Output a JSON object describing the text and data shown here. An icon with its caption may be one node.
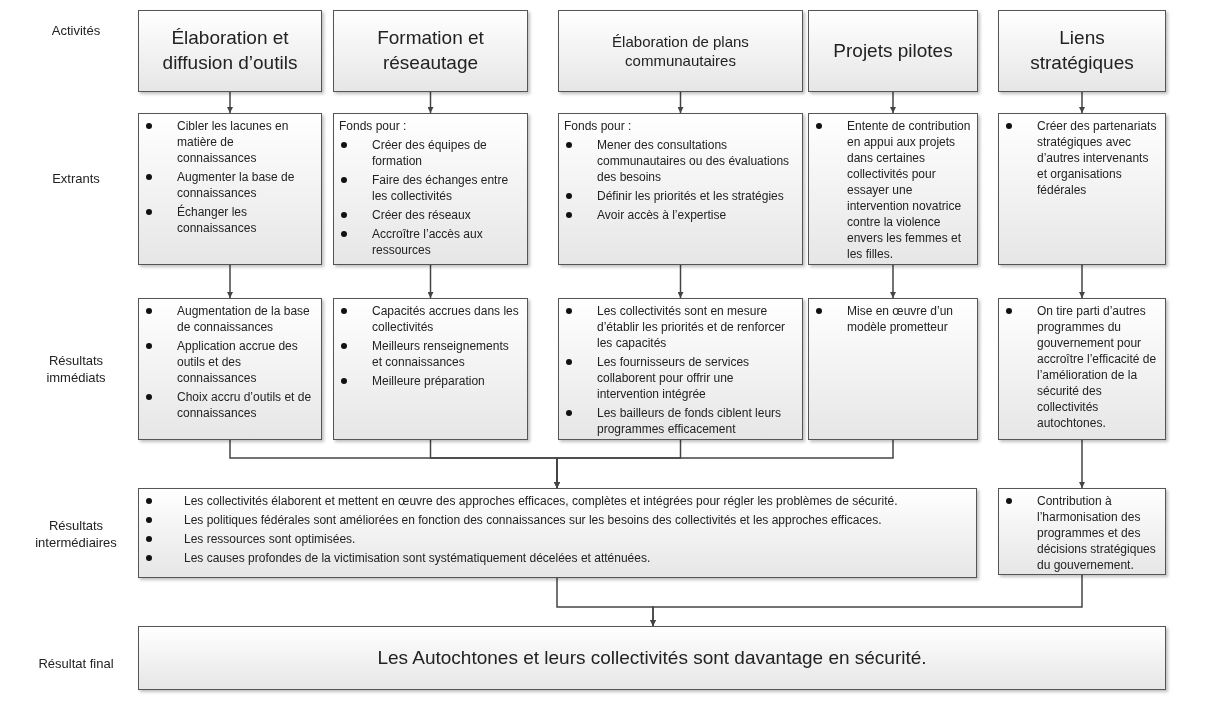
{
  "diagram": {
    "nodes": [
      {
        "text": [
          "Élaboration et diffusion d’outils"
        ]
      },
      {
        "text": [
          "Formation et réseautage"
        ]
      },
      {
        "text": [
          "Élaboration de plans communautaires"
        ]
      },
      {
        "text": [
          "Projets pilotes"
        ]
      },
      {
        "text": [
          "Liens stratégiques"
        ]
      },
      {
        "text": [
          "Cibler les lacunes en matière de connaissances",
          "Augmenter la base de connaissances",
          "Échanger les connaissances"
        ]
      },
      {
        "text": [
          "Fonds pour :",
          "Créer des équipes de formation",
          "Faire des échanges entre les collectivités",
          "Créer des réseaux",
          "Accroître l’accès aux ressources"
        ]
      },
      {
        "text": [
          "Fonds pour :",
          "Mener des consultations communautaires ou des évaluations des besoins",
          "Définir les priorités et les stratégies",
          "Avoir accès à l’expertise"
        ]
      },
      {
        "text": [
          "Entente de contribution en appui aux projets dans certaines collectivités pour essayer une intervention novatrice contre la violence envers les femmes et les filles."
        ]
      },
      {
        "text": [
          "Créer des partenariats stratégiques avec d’autres intervenants et organisations fédérales"
        ]
      },
      {
        "text": [
          "Augmentation de la base de connaissances",
          "Application accrue des outils et des connaissances",
          "Choix accru d’outils et de connaissances"
        ]
      },
      {
        "text": [
          "Capacités accrues dans les collectivités",
          "Meilleurs renseignements et connaissances",
          "Meilleure préparation"
        ]
      },
      {
        "text": [
          "Les collectivités sont en mesure d’établir les priorités et de renforcer les capacités",
          "Les fournisseurs de services collaborent pour offrir une intervention intégrée",
          "Les bailleurs de fonds ciblent leurs programmes efficacement"
        ]
      },
      {
        "text": [
          "Mise en œuvre d’un modèle prometteur"
        ]
      },
      {
        "text": [
          "On tire parti d’autres programmes du gouvernement pour accroître l’efficacité de l’amélioration de la sécurité des collectivités autochtones."
        ]
      },
      {
        "text": [
          "Les collectivités élaborent et mettent en œuvre des approches efficaces, complètes et intégrées pour régler les problèmes de sécurité.",
          "Les politiques fédérales sont améliorées en fonction des connaissances sur les besoins des collectivités et les approches efficaces.",
          "Les ressources sont optimisées.",
          "Les causes profondes de la victimisation sont systématiquement décelées et atténuées."
        ]
      },
      {
        "text": [
          "Contribution à l’harmonisation des programmes et des décisions stratégiques du gouvernement."
        ]
      },
      {
        "text": [
          "Les Autochtones et leurs collectivités sont davantage en sécurité."
        ]
      }
    ],
    "edges": [
      {
        "from": 0,
        "to": 5,
        "arrow": "to"
      },
      {
        "from": 1,
        "to": 6,
        "arrow": "to"
      },
      {
        "from": 2,
        "to": 7,
        "arrow": "to"
      },
      {
        "from": 3,
        "to": 8,
        "arrow": "to"
      },
      {
        "from": 4,
        "to": 9,
        "arrow": "to"
      },
      {
        "from": 5,
        "to": 10,
        "arrow": "to"
      },
      {
        "from": 6,
        "to": 11,
        "arrow": "to"
      },
      {
        "from": 7,
        "to": 12,
        "arrow": "to"
      },
      {
        "from": 8,
        "to": 13,
        "arrow": "to"
      },
      {
        "from": 9,
        "to": 14,
        "arrow": "to"
      },
      {
        "from": 10,
        "to": 15,
        "arrow": "to"
      },
      {
        "from": 11,
        "to": 15,
        "arrow": "to"
      },
      {
        "from": 12,
        "to": 15,
        "arrow": "to"
      },
      {
        "from": 13,
        "to": 15,
        "arrow": "to"
      },
      {
        "from": 14,
        "to": 16,
        "arrow": "to"
      },
      {
        "from": 15,
        "to": 17,
        "arrow": "to"
      },
      {
        "from": 16,
        "to": 17,
        "arrow": "to"
      }
    ],
    "labels": [
      "Activités",
      "Extrants",
      "Résultats immédiats",
      "Résultats intermédiaires",
      "Résultat final"
    ]
  }
}
